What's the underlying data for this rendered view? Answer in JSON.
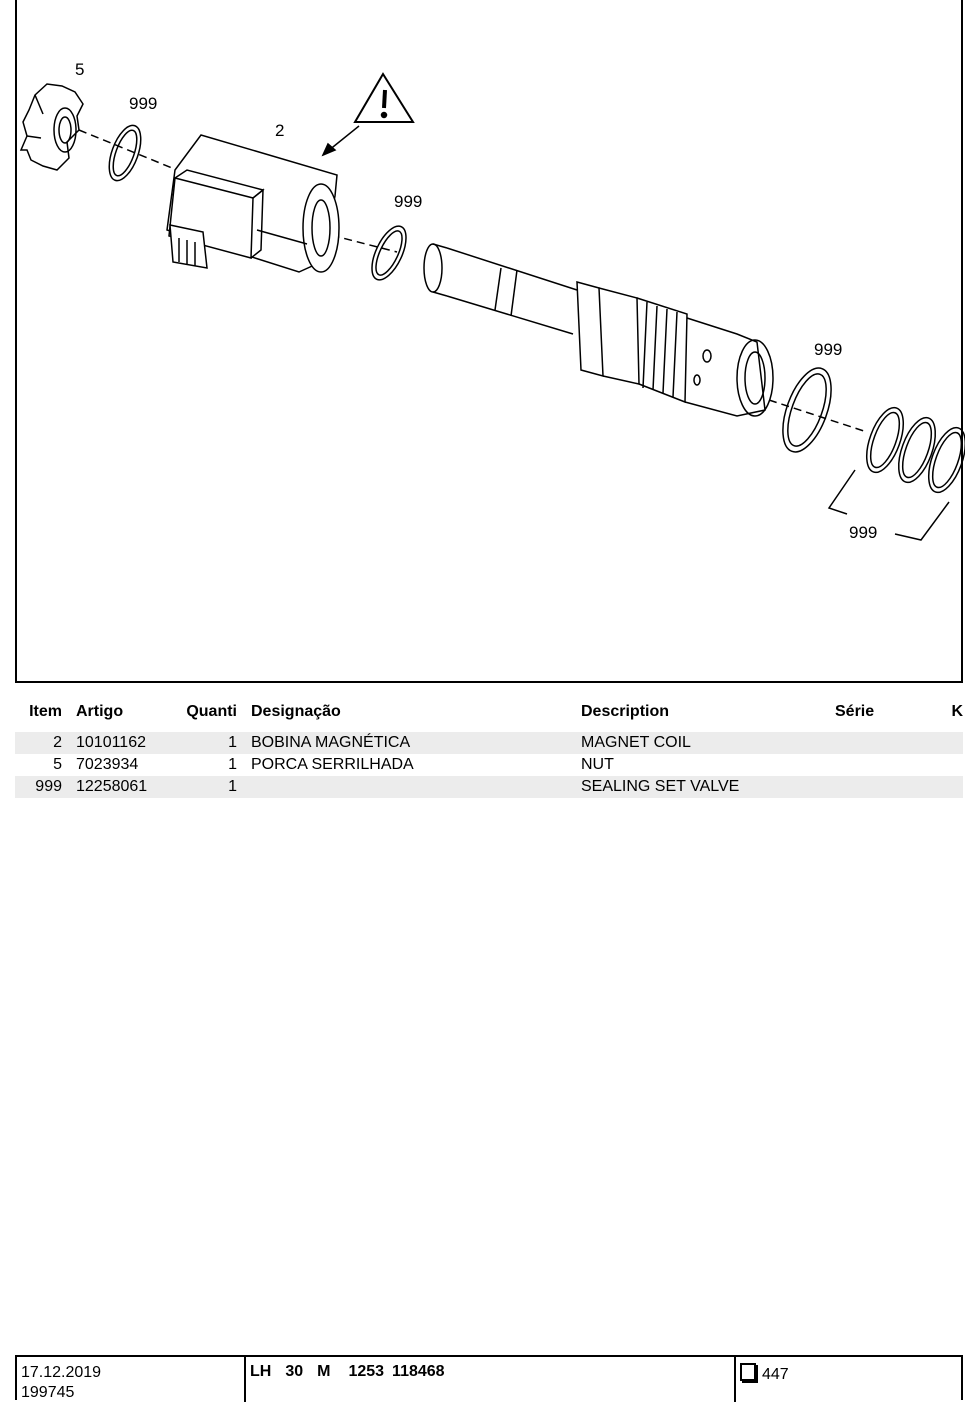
{
  "diagram": {
    "callouts": [
      "5",
      "999",
      "2",
      "999",
      "999",
      "999"
    ],
    "warning_icon": "warning-triangle-icon"
  },
  "table": {
    "headers": {
      "item": "Item",
      "artigo": "Artigo",
      "quanti": "Quanti",
      "designacao": "Designação",
      "description": "Description",
      "serie": "Série",
      "k": "K"
    },
    "rows": [
      {
        "item": "2",
        "artigo": "10101162",
        "quanti": "1",
        "designacao": "BOBINA MAGNÉTICA",
        "description": "MAGNET COIL",
        "serie": "",
        "k": ""
      },
      {
        "item": "5",
        "artigo": "7023934",
        "quanti": "1",
        "designacao": "PORCA SERRILHADA",
        "description": "NUT",
        "serie": "",
        "k": ""
      },
      {
        "item": "999",
        "artigo": "12258061",
        "quanti": "1",
        "designacao": "",
        "description": "SEALING SET VALVE",
        "serie": "",
        "k": ""
      }
    ]
  },
  "footer": {
    "date": "17.12.2019",
    "doc_number": "199745",
    "model_lh": "LH",
    "model_num": "30",
    "model_m": "M",
    "code1": "1253",
    "code2": "118468",
    "page_icon": "page-box-icon",
    "page": "447"
  }
}
